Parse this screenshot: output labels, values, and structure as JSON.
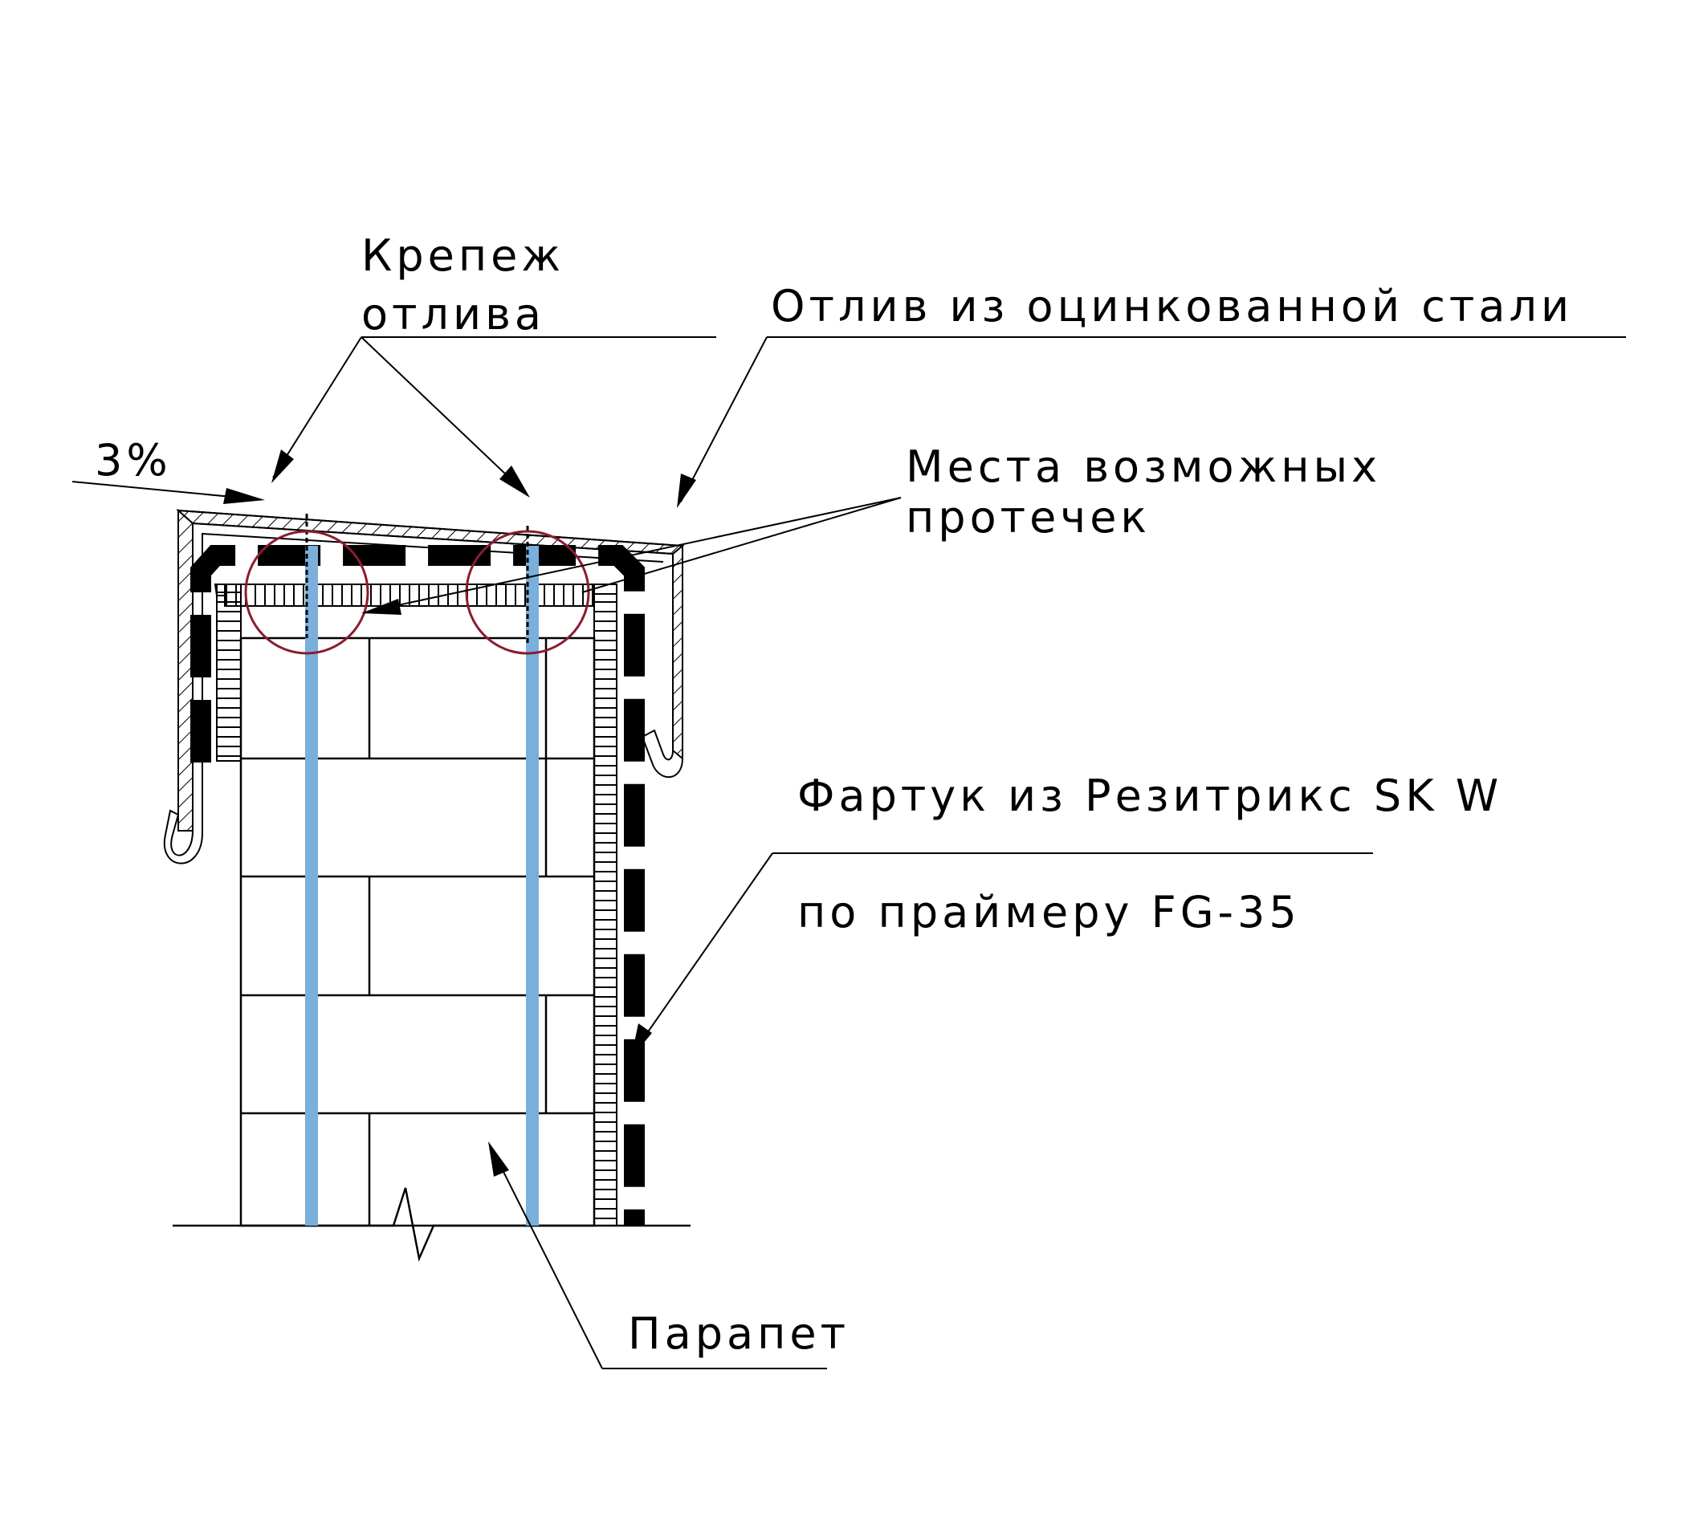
{
  "labels": {
    "fastener": [
      "Крепеж",
      "отлива"
    ],
    "drip": "Отлив из оцинкованной стали",
    "slope": "3%",
    "leaks": [
      "Места возможных",
      "протечек"
    ],
    "apron": [
      "Фартук из Резитрикс SK W",
      "по праймеру FG-35"
    ],
    "parapet": "Парапет"
  },
  "colors": {
    "line": "#000000",
    "fastener": "#7aaedb",
    "leak_circle": "#8a1c2e"
  }
}
